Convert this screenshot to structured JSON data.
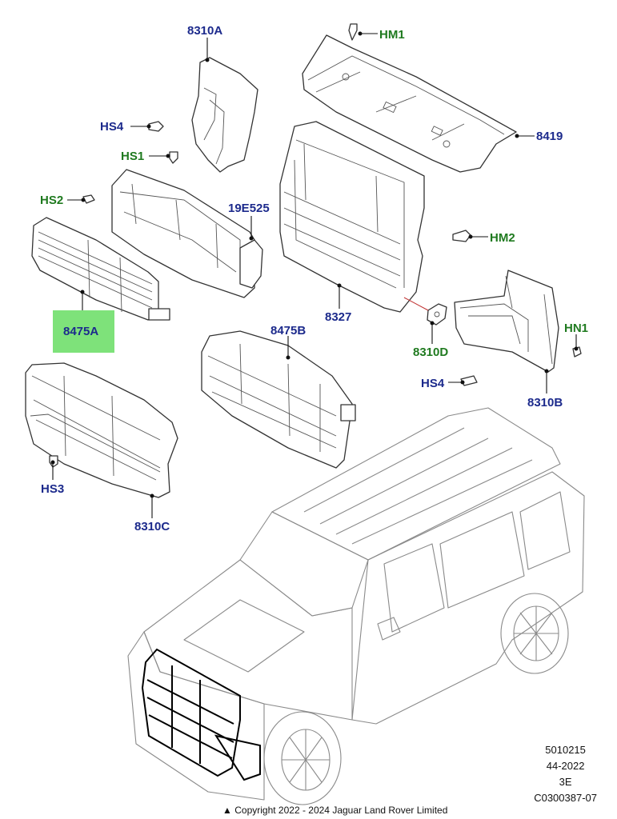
{
  "labels": {
    "8310A": "8310A",
    "HM1": "HM1",
    "HS4_top": "HS4",
    "8419": "8419",
    "HS1": "HS1",
    "HS2": "HS2",
    "19E525": "19E525",
    "HM2": "HM2",
    "8475A": "8475A",
    "8327": "8327",
    "8475B": "8475B",
    "HN1": "HN1",
    "8310D": "8310D",
    "HS4_bottom": "HS4",
    "8310B": "8310B",
    "HS3": "HS3",
    "8310C": "8310C"
  },
  "colors": {
    "part_label": "#1c2a8c",
    "fastener_label": "#1f7a1f",
    "highlight": "#7ee27a"
  },
  "footer": {
    "line1": "5010215",
    "line2": "44-2022",
    "line3": "3E",
    "line4": "C0300387-07",
    "copyright": "Copyright  2022 - 2024  Jaguar Land Rover Limited"
  }
}
